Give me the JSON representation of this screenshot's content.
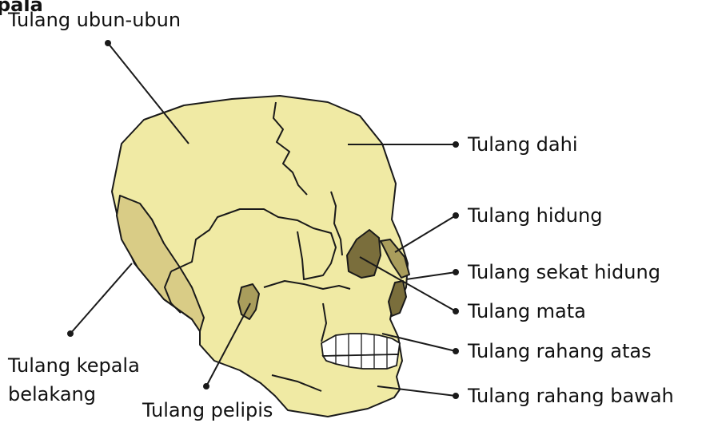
{
  "header_fragment": "pala",
  "labels": {
    "parietal": "Tulang ubun-ubun",
    "frontal": "Tulang dahi",
    "nasal": "Tulang hidung",
    "septum": "Tulang sekat hidung",
    "orbit": "Tulang mata",
    "maxilla": "Tulang rahang atas",
    "mandible": "Tulang rahang bawah",
    "occipital_line1": "Tulang kepala",
    "occipital_line2": "belakang",
    "temporal": "Tulang pelipis"
  },
  "colors": {
    "bone": "#f0eaa4",
    "occipital": "#d9cc86",
    "dark_bone": "#7a6e3c",
    "mid_bone": "#a99d5c",
    "outline": "#1a1a1a",
    "leader": "#1a1a1a"
  }
}
